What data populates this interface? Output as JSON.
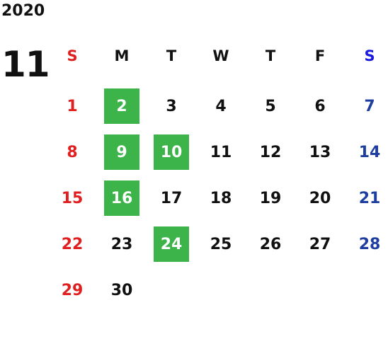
{
  "calendar": {
    "year": "2020",
    "month": "11",
    "colors": {
      "sunday": "#e02020",
      "saturday": "#1f3fa0",
      "saturday_header": "#1a1adf",
      "weekday": "#111111",
      "highlight_bg": "#3cb44a",
      "highlight_text": "#ffffff"
    },
    "weekdays": [
      "S",
      "M",
      "T",
      "W",
      "T",
      "F",
      "S"
    ],
    "weeks": [
      [
        "1",
        "2",
        "3",
        "4",
        "5",
        "6",
        "7"
      ],
      [
        "8",
        "9",
        "10",
        "11",
        "12",
        "13",
        "14"
      ],
      [
        "15",
        "16",
        "17",
        "18",
        "19",
        "20",
        "21"
      ],
      [
        "22",
        "23",
        "24",
        "25",
        "26",
        "27",
        "28"
      ],
      [
        "29",
        "30",
        "",
        "",
        "",
        "",
        ""
      ]
    ],
    "highlighted_days": [
      "2",
      "9",
      "10",
      "16",
      "24"
    ]
  }
}
